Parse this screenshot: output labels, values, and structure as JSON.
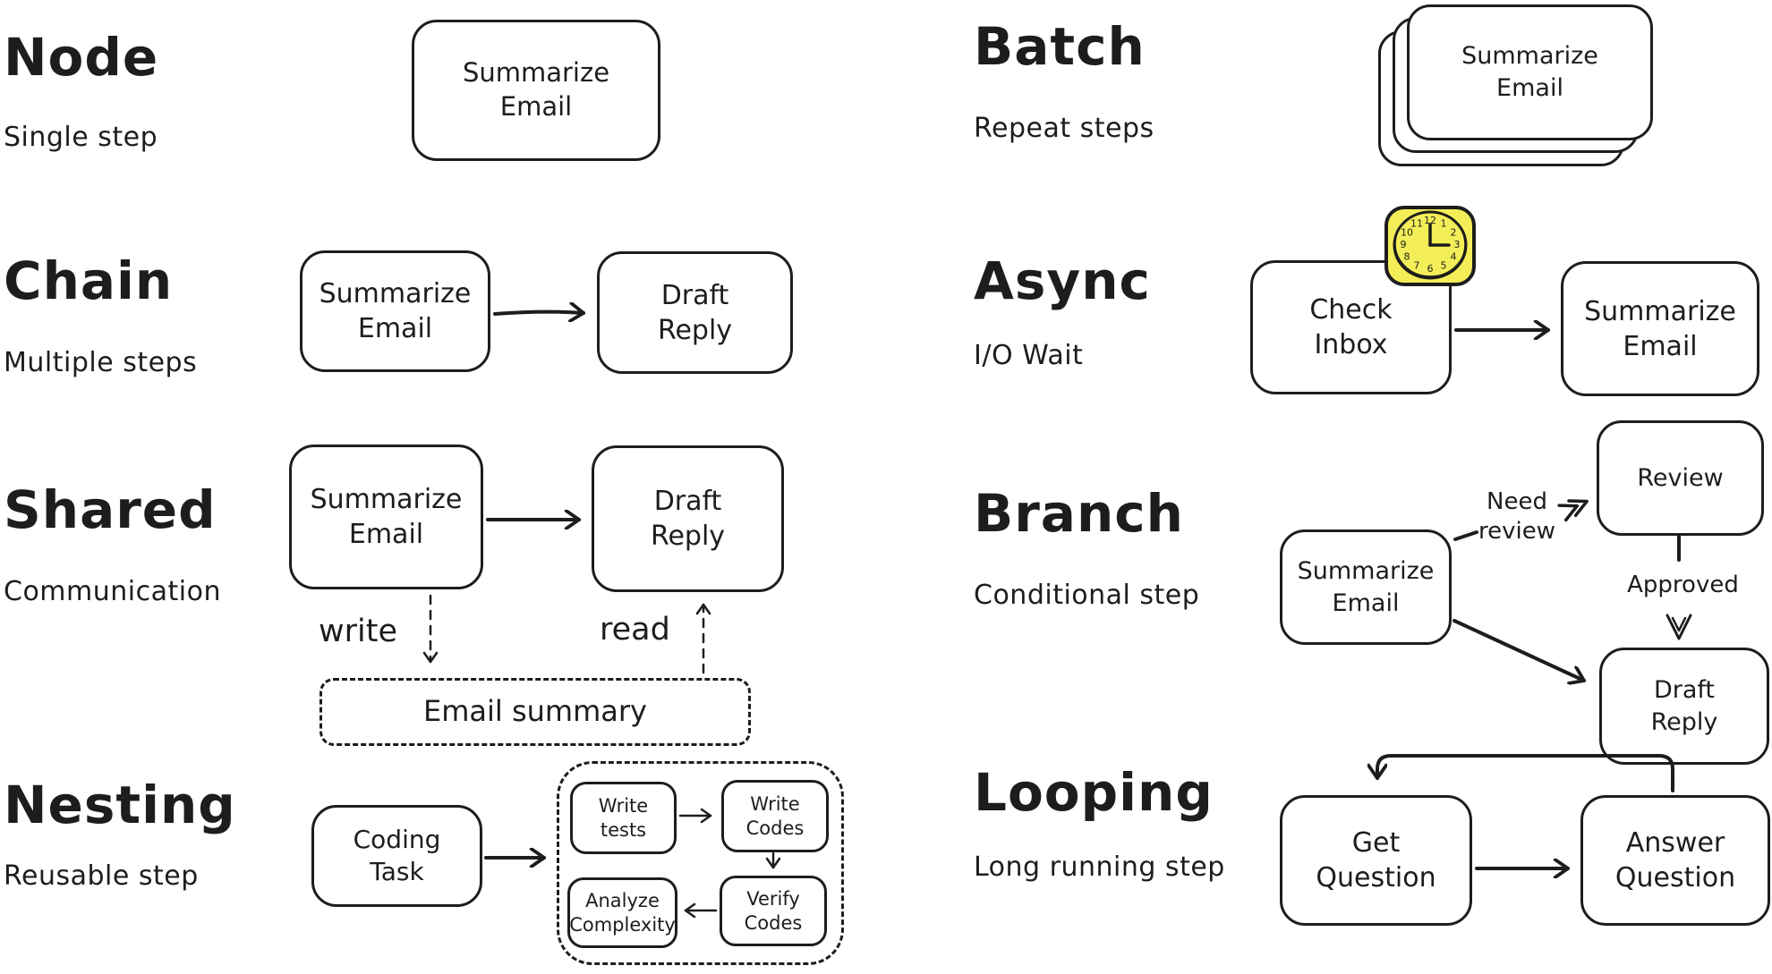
{
  "sections": {
    "node": {
      "title": "Node",
      "subtitle": "Single step",
      "box_label": "Summarize\nEmail"
    },
    "batch": {
      "title": "Batch",
      "subtitle": "Repeat steps",
      "box_label": "Summarize\nEmail"
    },
    "chain": {
      "title": "Chain",
      "subtitle": "Multiple steps",
      "box1_label": "Summarize\nEmail",
      "box2_label": "Draft\nReply"
    },
    "async": {
      "title": "Async",
      "subtitle": "I/O Wait",
      "box1_label": "Check\nInbox",
      "box2_label": "Summarize\nEmail",
      "clock_numbers": [
        "12",
        "1",
        "2",
        "3",
        "4",
        "5",
        "6",
        "7",
        "8",
        "9",
        "10",
        "11"
      ]
    },
    "shared": {
      "title": "Shared",
      "subtitle": "Communication",
      "box1_label": "Summarize\nEmail",
      "box2_label": "Draft\nReply",
      "write_label": "write",
      "read_label": "read",
      "store_label": "Email summary"
    },
    "branch": {
      "title": "Branch",
      "subtitle": "Conditional step",
      "source_label": "Summarize\nEmail",
      "review_label": "Review",
      "need_review_label": "Need\nreview",
      "approved_label": "Approved",
      "draft_label": "Draft\nReply"
    },
    "nesting": {
      "title": "Nesting",
      "subtitle": "Reusable step",
      "outer_label": "Coding\nTask",
      "inner_labels": [
        "Write\ntests",
        "Write\nCodes",
        "Analyze\nComplexity",
        "Verify\nCodes"
      ]
    },
    "looping": {
      "title": "Looping",
      "subtitle": "Long running step",
      "box1_label": "Get\nQuestion",
      "box2_label": "Answer\nQuestion"
    }
  },
  "colors": {
    "ink": "#1d1d1d",
    "background": "#ffffff",
    "clock_fill": "#f3ee58",
    "clock_stroke": "#1d1d1d"
  }
}
